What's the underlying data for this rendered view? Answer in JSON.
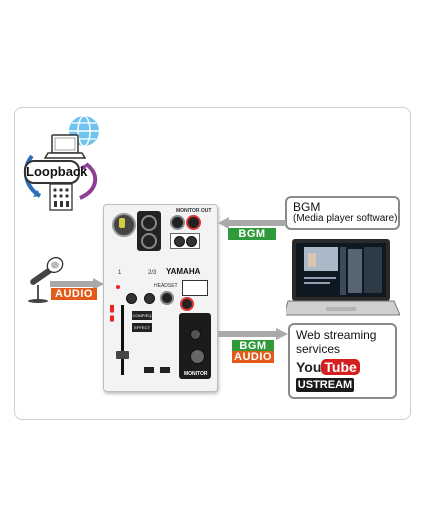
{
  "loopback": {
    "label": "Loopback"
  },
  "bgm_box": {
    "title": "BGM",
    "subtitle": "(Media player software)"
  },
  "bgm_tag": "BGM",
  "audio_tag": "AUDIO",
  "stream_tags": {
    "bgm": "BGM",
    "audio": "AUDIO"
  },
  "streaming_box": {
    "title_line1": "Web streaming",
    "title_line2": "services",
    "youtube_you": "You",
    "youtube_tube": "Tube",
    "ustream": "USTREAM"
  },
  "mixer": {
    "brand": "YAMAHA",
    "monitor_out": "MONITOR OUT",
    "headset": "HEADSET",
    "monitor": "MONITOR",
    "comp_eq": "COMP/EQ",
    "effect": "EFFECT",
    "ch1": "1",
    "ch23": "2/3"
  },
  "colors": {
    "green": "#2f9a3a",
    "orange": "#e35a19",
    "arrow_gray": "#a9a9a9",
    "box_border": "#8a8a8a"
  }
}
